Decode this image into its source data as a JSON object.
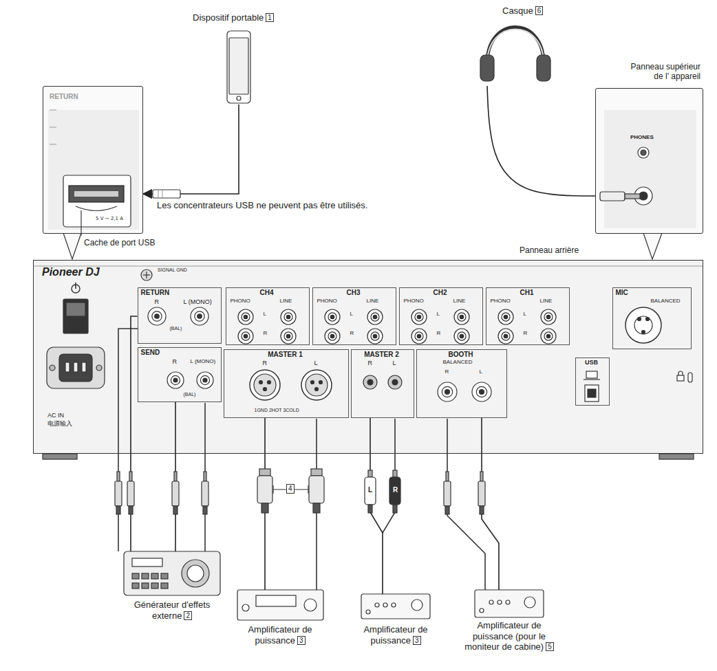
{
  "diagram": {
    "nodes": [
      {
        "text": [
          "Pioneer DJ",
          "AC IN",
          "电源输入",
          "SIGNAL GND"
        ]
      },
      {
        "text": [
          "RETURN",
          "R",
          "L (MONO)",
          "(BAL)"
        ],
        "in": 0
      },
      {
        "text": [
          "SEND",
          "R",
          "L (MONO)",
          "(BAL)"
        ],
        "in": 0
      },
      {
        "text": [
          "CH4",
          "PHONO",
          "LINE",
          "L",
          "R"
        ],
        "in": 0
      },
      {
        "text": [
          "CH3",
          "PHONO",
          "LINE",
          "L",
          "R"
        ],
        "in": 0
      },
      {
        "text": [
          "CH2",
          "PHONO",
          "LINE",
          "L",
          "R"
        ],
        "in": 0
      },
      {
        "text": [
          "CH1",
          "PHONO",
          "LINE",
          "L",
          "R"
        ],
        "in": 0
      },
      {
        "text": [
          "MASTER 1",
          "R",
          "L",
          "1GND 2HOT 3COLD"
        ],
        "in": 0
      },
      {
        "text": [
          "MASTER 2",
          "R",
          "L"
        ],
        "in": 0
      },
      {
        "text": [
          "BOOTH",
          "BALANCED",
          "R",
          "L"
        ],
        "in": 0
      },
      {
        "text": [
          "MIC",
          "BALANCED"
        ],
        "in": 0
      },
      {
        "text": [
          "USB"
        ],
        "in": 0
      },
      {
        "text": [
          "RETURN",
          "5 V ⎓ 2,1 A"
        ]
      },
      {
        "text": [
          "PHONES"
        ]
      },
      {
        "text": [
          "Dispositif portable",
          "1"
        ]
      },
      {
        "text": [
          "Casque",
          "6"
        ]
      },
      {
        "text": [
          "Générateur d'effets externe",
          "2"
        ]
      },
      {
        "text": [
          "Amplificateur de puissance",
          "3"
        ]
      },
      {
        "text": [
          "Amplificateur de puissance",
          "3"
        ]
      },
      {
        "text": [
          "Amplificateur de puissance (pour le moniteur de cabine)",
          "5"
        ]
      }
    ],
    "edges": [
      {
        "from": 14,
        "to": 12,
        "arrow": "to"
      },
      {
        "from": 15,
        "to": 13,
        "arrow": "none"
      },
      {
        "from": 16,
        "to": 1,
        "arrow": "none"
      },
      {
        "from": 16,
        "to": 2,
        "arrow": "none"
      },
      {
        "from": 17,
        "to": 7,
        "arrow": "none"
      },
      {
        "from": 18,
        "to": 8,
        "arrow": "none"
      },
      {
        "from": 19,
        "to": 9,
        "arrow": "none"
      }
    ],
    "labels": [
      "Les concentrateurs USB ne peuvent pas être utilisés.",
      "Cache de port USB",
      "Panneau supérieur de l' appareil",
      "Panneau arrière",
      "4",
      "L",
      "R"
    ]
  }
}
